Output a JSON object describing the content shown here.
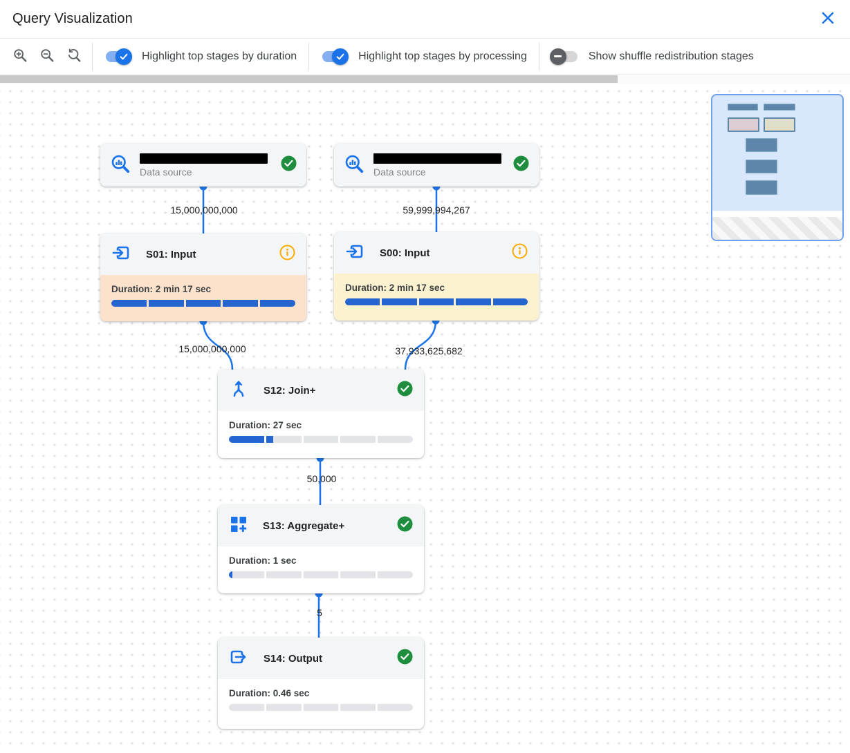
{
  "header": {
    "title": "Query Visualization",
    "close_icon": "close-x"
  },
  "toolbar": {
    "zoom_icons": [
      "zoom-in-icon",
      "zoom-out-icon",
      "zoom-reset-icon"
    ],
    "toggles": [
      {
        "label": "Highlight top stages by duration",
        "on": true
      },
      {
        "label": "Highlight top stages by processing",
        "on": true
      },
      {
        "label": "Show shuffle redistribution stages",
        "on": false
      }
    ]
  },
  "graph": {
    "nodes": [
      {
        "kind": "data-source",
        "label": "Data source",
        "status": "success",
        "name_redacted": true
      },
      {
        "kind": "data-source",
        "label": "Data source",
        "status": "success",
        "name_redacted": true
      },
      {
        "kind": "stage",
        "title": "S01: Input",
        "duration_label": "Duration: 2 min 17 sec",
        "progress_pct": 100,
        "status": "info",
        "highlight": "duration"
      },
      {
        "kind": "stage",
        "title": "S00: Input",
        "duration_label": "Duration: 2 min 17 sec",
        "progress_pct": 100,
        "status": "info",
        "highlight": "processing"
      },
      {
        "kind": "stage",
        "title": "S12: Join+",
        "duration_label": "Duration: 27 sec",
        "progress_pct": 24,
        "status": "success",
        "highlight": "none"
      },
      {
        "kind": "stage",
        "title": "S13: Aggregate+",
        "duration_label": "Duration: 1 sec",
        "progress_pct": 2,
        "status": "success",
        "highlight": "none"
      },
      {
        "kind": "stage",
        "title": "S14: Output",
        "duration_label": "Duration: 0.46 sec",
        "progress_pct": 0,
        "status": "success",
        "highlight": "none"
      }
    ],
    "edges": [
      {
        "from": "data-source-1",
        "to": "S01",
        "label": "15,000,000,000"
      },
      {
        "from": "data-source-2",
        "to": "S00",
        "label": "59,999,994,267"
      },
      {
        "from": "S01",
        "to": "S12",
        "label": "15,000,000,000"
      },
      {
        "from": "S00",
        "to": "S12",
        "label": "37,933,625,682"
      },
      {
        "from": "S12",
        "to": "S13",
        "label": "50,000"
      },
      {
        "from": "S13",
        "to": "S14",
        "label": "5"
      }
    ]
  },
  "colors": {
    "accent_blue": "#1a73e8",
    "bar_blue": "#2565cf",
    "success_green": "#1e8e3e",
    "info_orange": "#f9ab00",
    "duration_highlight_bg": "#fce2cb",
    "processing_highlight_bg": "#fcf2d0"
  }
}
